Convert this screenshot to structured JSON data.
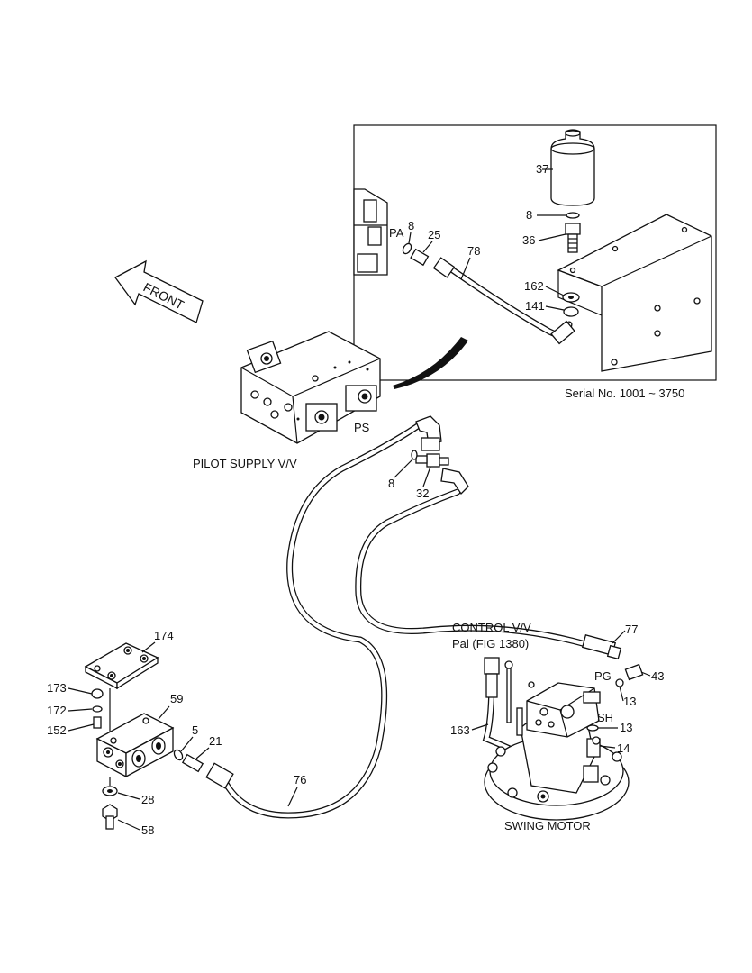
{
  "diagram": {
    "direction_label": "FRONT",
    "inset_caption": "Serial No. 1001 ~ 3750",
    "assemblies": {
      "pilot_supply": "PILOT SUPPLY V/V",
      "swing_motor": "SWING MOTOR",
      "control_valve_line1": "CONTROL V/V",
      "control_valve_line2": "Pal (FIG 1380)"
    },
    "port_labels": {
      "pa": "PA",
      "ps": "PS",
      "pg": "PG",
      "sh": "SH"
    },
    "callouts": {
      "c37": "37",
      "c8_top": "8",
      "c36": "36",
      "c162": "162",
      "c141": "141",
      "c8_pa": "8",
      "c25": "25",
      "c78": "78",
      "c8_ps": "8",
      "c32": "32",
      "c77": "77",
      "c43": "43",
      "c13_a": "13",
      "c13_b": "13",
      "c14": "14",
      "c163": "163",
      "c174": "174",
      "c173": "173",
      "c172": "172",
      "c152": "152",
      "c59": "59",
      "c5": "5",
      "c21": "21",
      "c76": "76",
      "c28": "28",
      "c58": "58"
    }
  }
}
